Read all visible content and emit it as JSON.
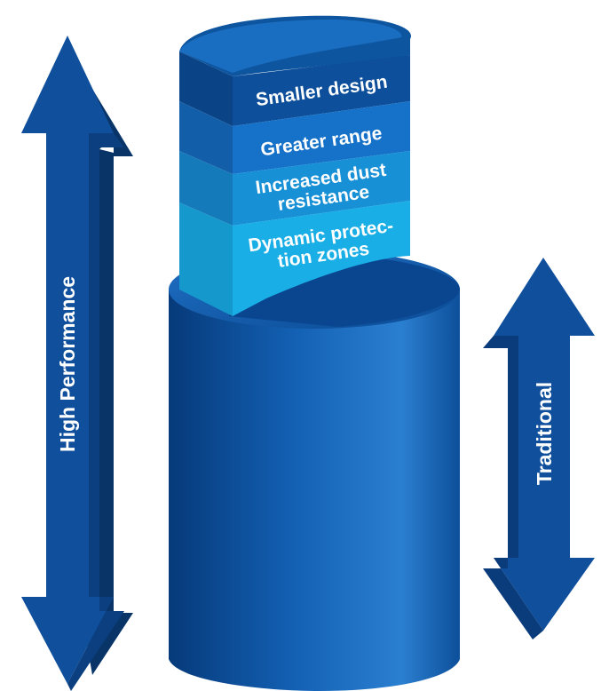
{
  "diagram": {
    "left_arrow_label": "High Performance",
    "right_arrow_label": "Traditional",
    "layers": [
      {
        "line1": "Smaller design",
        "line2": "",
        "color": "#0d4f9a"
      },
      {
        "line1": "Greater range",
        "line2": "",
        "color": "#1672c9"
      },
      {
        "line1": "Increased dust",
        "line2": "resistance",
        "color": "#1790d6"
      },
      {
        "line1": "Dynamic protec-",
        "line2": "tion zones",
        "color": "#19aee6"
      }
    ],
    "colors": {
      "cylinder_dark": "#083f85",
      "cylinder_mid": "#1360b3",
      "cylinder_light": "#2e82d2",
      "arrow_main": "#0e4c98",
      "arrow_side": "#0a3670"
    }
  }
}
